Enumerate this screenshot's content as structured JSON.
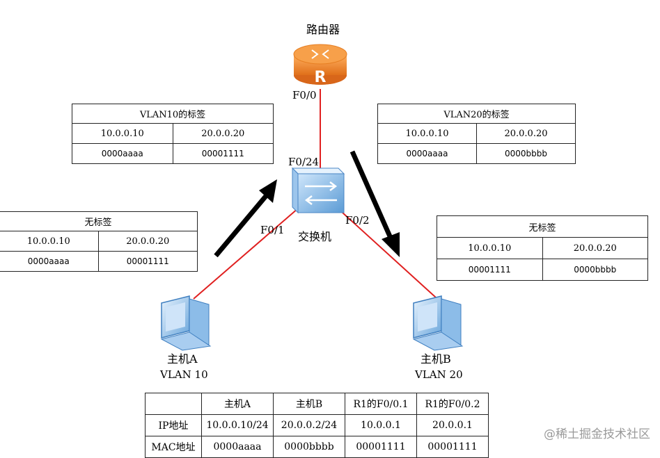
{
  "router": {
    "label": "路由器",
    "port": "F0/0"
  },
  "switch": {
    "label": "交换机",
    "port_uplink": "F0/24",
    "port_a": "F0/1",
    "port_b": "F0/2"
  },
  "host_a": {
    "name": "主机A",
    "vlan": "VLAN 10"
  },
  "host_b": {
    "name": "主机B",
    "vlan": "VLAN 20"
  },
  "tables": {
    "vlan10_tag": {
      "title": "VLAN10的标签",
      "rows": [
        [
          "10.0.0.10",
          "20.0.0.20"
        ],
        [
          "0000aaaa",
          "00001111"
        ]
      ]
    },
    "vlan20_tag": {
      "title": "VLAN20的标签",
      "rows": [
        [
          "10.0.0.10",
          "20.0.0.20"
        ],
        [
          "0000aaaa",
          "0000bbbb"
        ]
      ]
    },
    "untagged_left": {
      "title": "无标签",
      "rows": [
        [
          "10.0.0.10",
          "20.0.0.20"
        ],
        [
          "0000aaaa",
          "00001111"
        ]
      ]
    },
    "untagged_right": {
      "title": "无标签",
      "rows": [
        [
          "10.0.0.10",
          "20.0.0.20"
        ],
        [
          "00001111",
          "0000bbbb"
        ]
      ]
    }
  },
  "summary": {
    "headers": [
      "",
      "主机A",
      "主机B",
      "R1的F0/0.1",
      "R1的F0/0.2"
    ],
    "rows": [
      [
        "IP地址",
        "10.0.0.10/24",
        "20.0.0.2/24",
        "10.0.0.1",
        "20.0.0.1"
      ],
      [
        "MAC地址",
        "0000aaaa",
        "0000bbbb",
        "00001111",
        "00001111"
      ]
    ]
  },
  "watermark": "@稀土掘金技术社区",
  "colors": {
    "link": "#e02020",
    "router": "#f08a24",
    "switch": "#6fa8dc",
    "arrow": "#000000"
  }
}
